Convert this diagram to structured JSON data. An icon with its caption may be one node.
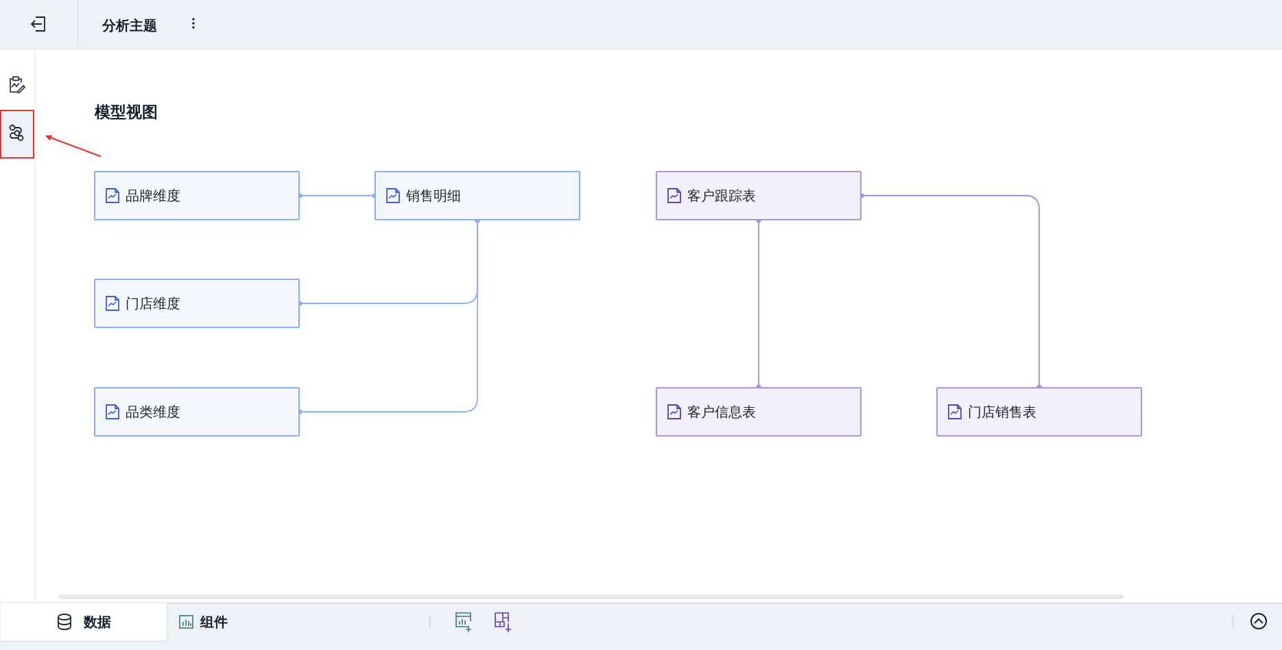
{
  "diagram": {
    "title": "模型视图",
    "nodes": [
      {
        "text": [
          "品牌维度"
        ]
      },
      {
        "text": [
          "销售明细"
        ]
      },
      {
        "text": [
          "门店维度"
        ]
      },
      {
        "text": [
          "品类维度"
        ]
      },
      {
        "text": [
          "客户跟踪表"
        ]
      },
      {
        "text": [
          "客户信息表"
        ]
      },
      {
        "text": [
          "门店销售表"
        ]
      }
    ],
    "edges": [
      {
        "from": 0,
        "to": 1,
        "arrow": "other"
      },
      {
        "from": 1,
        "to": 2,
        "arrow": "other"
      },
      {
        "from": 1,
        "to": 3,
        "arrow": "other"
      },
      {
        "from": 4,
        "to": 5,
        "arrow": "other",
        "color": "#a090e0"
      },
      {
        "from": 4,
        "to": 6,
        "arrow": "other",
        "color": "#a090e0"
      }
    ],
    "labels": [
      "分析主题",
      "数据",
      "组件"
    ]
  }
}
